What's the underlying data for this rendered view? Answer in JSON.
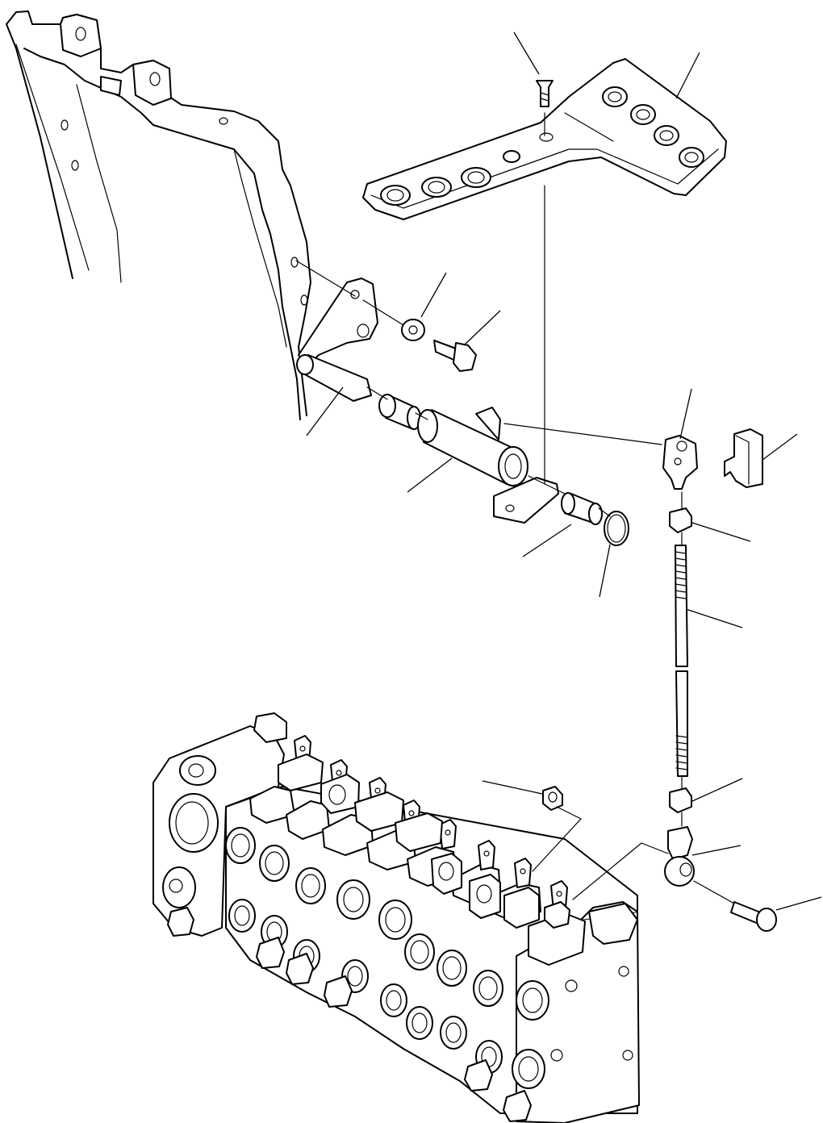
{
  "diagram": {
    "kind": "exploded parts illustration",
    "background": "#ffffff",
    "ink": "#000000",
    "parts": [
      {
        "name": "frame-bracket"
      },
      {
        "name": "pedal-plate"
      },
      {
        "name": "countersunk-screw"
      },
      {
        "name": "mount-plate"
      },
      {
        "name": "washer"
      },
      {
        "name": "bolt"
      },
      {
        "name": "pivot-pin"
      },
      {
        "name": "bushing-left"
      },
      {
        "name": "pivot-tube"
      },
      {
        "name": "bushing-right"
      },
      {
        "name": "snap-ring"
      },
      {
        "name": "clevis"
      },
      {
        "name": "clip"
      },
      {
        "name": "nut-upper"
      },
      {
        "name": "threaded-rod"
      },
      {
        "name": "nut-lower"
      },
      {
        "name": "rod-end"
      },
      {
        "name": "rod-end-bolt"
      },
      {
        "name": "cap-nut"
      },
      {
        "name": "control-valve"
      }
    ]
  }
}
